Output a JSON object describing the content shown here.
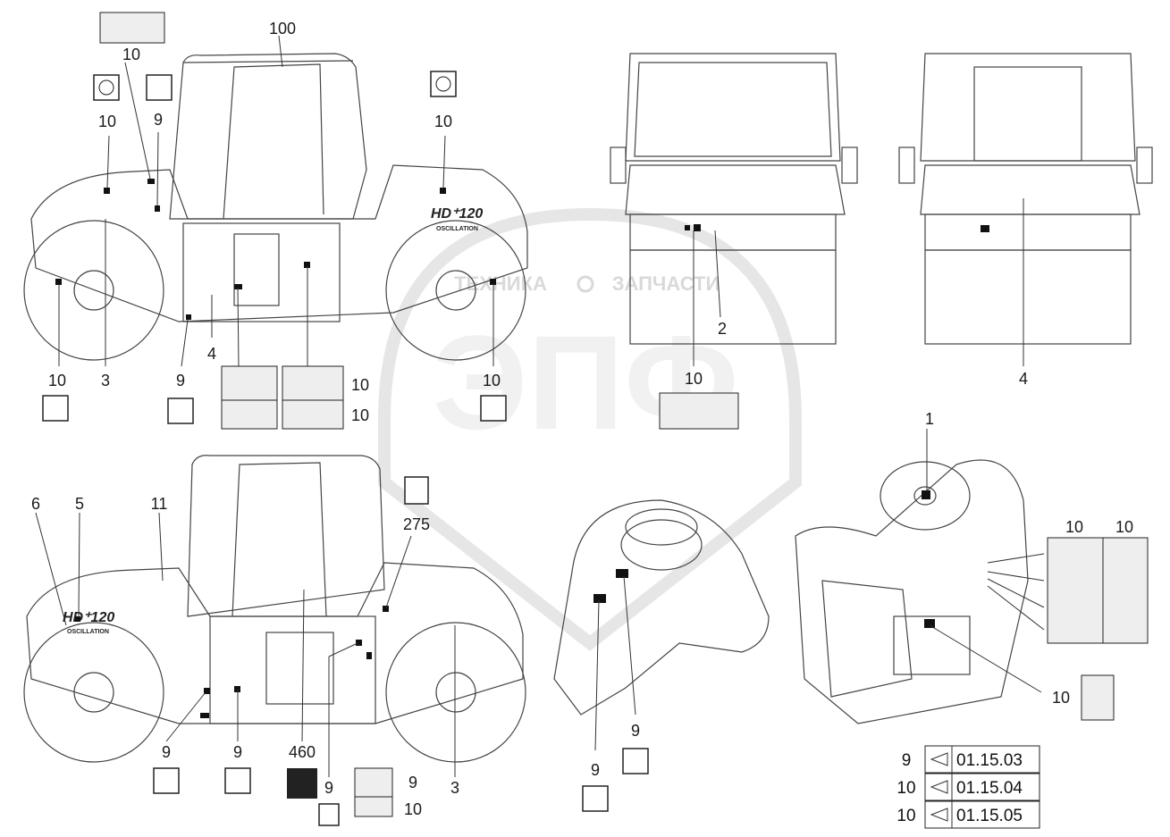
{
  "watermark": {
    "logo_text": "ЭПФ",
    "brand_left": "ТЕХНИКА",
    "brand_right": "ЗАПЧАСТИ"
  },
  "machine_marks": {
    "model_text": "HD⁺120",
    "model_sub": "OSCILLATION"
  },
  "callouts": {
    "top_view": [
      {
        "id": "c100",
        "text": "100"
      },
      {
        "id": "c10-label-top",
        "text": "10"
      },
      {
        "id": "c10-left-icon",
        "text": "10"
      },
      {
        "id": "c9-top",
        "text": "9"
      },
      {
        "id": "c10-right-icon",
        "text": "10"
      },
      {
        "id": "c10-drum-left",
        "text": "10"
      },
      {
        "id": "c3-top",
        "text": "3"
      },
      {
        "id": "c9-lower",
        "text": "9"
      },
      {
        "id": "c4-left",
        "text": "4"
      },
      {
        "id": "c10-drum-right",
        "text": "10"
      },
      {
        "id": "c10-decal-a",
        "text": "10"
      },
      {
        "id": "c10-decal-b",
        "text": "10"
      }
    ],
    "front_rear": [
      {
        "id": "c2",
        "text": "2"
      },
      {
        "id": "c10-front",
        "text": "10"
      },
      {
        "id": "c4-rear",
        "text": "4"
      }
    ],
    "bottom_view": [
      {
        "id": "c6",
        "text": "6"
      },
      {
        "id": "c5",
        "text": "5"
      },
      {
        "id": "c11",
        "text": "11"
      },
      {
        "id": "c275",
        "text": "275"
      },
      {
        "id": "c9-b1",
        "text": "9"
      },
      {
        "id": "c9-b2",
        "text": "9"
      },
      {
        "id": "c460",
        "text": "460"
      },
      {
        "id": "c9-b3",
        "text": "9"
      },
      {
        "id": "c9-b4",
        "text": "9"
      },
      {
        "id": "c10-b",
        "text": "10"
      },
      {
        "id": "c3-bottom",
        "text": "3"
      }
    ],
    "engine_view": [
      {
        "id": "c9-e1",
        "text": "9"
      },
      {
        "id": "c9-e2",
        "text": "9"
      }
    ],
    "cab_view": [
      {
        "id": "c1",
        "text": "1"
      },
      {
        "id": "c10-cab-a",
        "text": "10"
      },
      {
        "id": "c10-cab-b",
        "text": "10"
      },
      {
        "id": "c10-cab-c",
        "text": "10"
      }
    ]
  },
  "legend": {
    "rows": [
      {
        "num": "9",
        "code": "01.15.03"
      },
      {
        "num": "10",
        "code": "01.15.04"
      },
      {
        "num": "10",
        "code": "01.15.05"
      }
    ]
  }
}
